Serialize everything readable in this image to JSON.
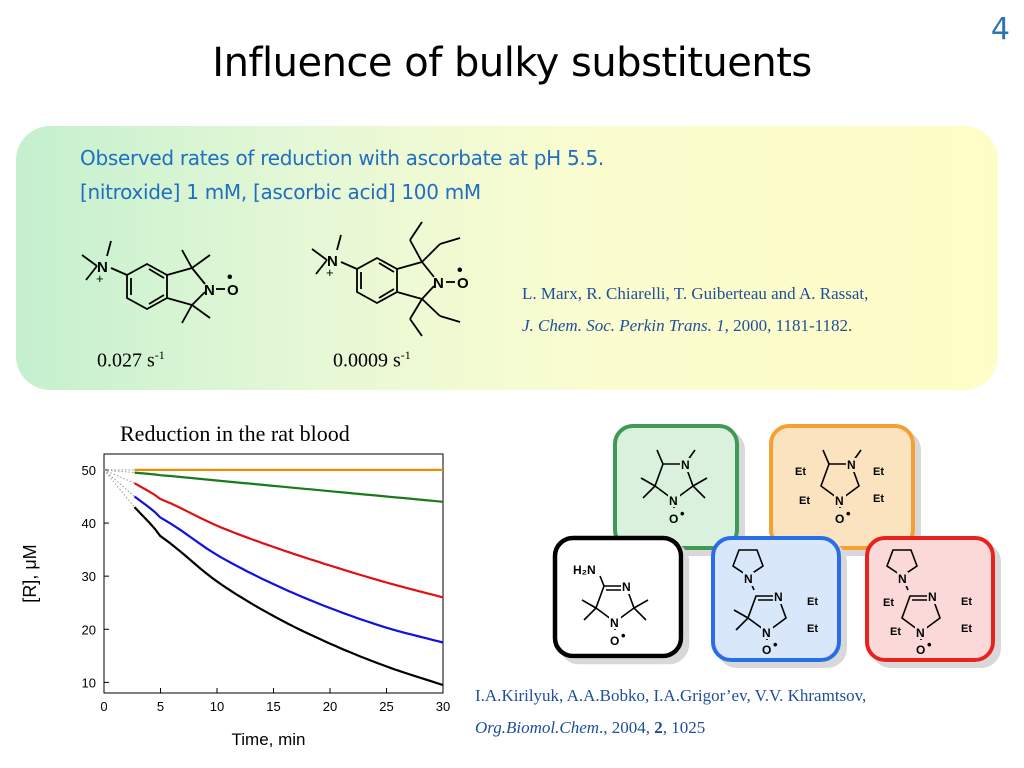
{
  "slide": {
    "number": "4",
    "title": "Influence of bulky substituents"
  },
  "conditions": {
    "line1": "Observed rates of reduction with ascorbate at pH 5.5.",
    "line2": "[nitroxide] 1 mM, [ascorbic acid] 100 mM"
  },
  "rates": [
    {
      "value": "0.027 s",
      "unit_exp": "-1"
    },
    {
      "value": "0.0009 s",
      "unit_exp": "-1"
    }
  ],
  "reference1": {
    "authors": "L. Marx, R. Chiarelli, T. Guiberteau and A. Rassat,",
    "journal": "J. Chem. Soc. Perkin Trans. 1",
    "details": ", 2000, 1181-1182."
  },
  "reference2": {
    "authors": "I.A.Kirilyuk, A.A.Bobko, I.A.Grigor’ev, V.V. Khramtsov,",
    "journal": "Org.Biomol.Chem",
    "sep": "., 2004, ",
    "volume": "2",
    "pages": ", 1025"
  },
  "structure_labels": {
    "N": "N",
    "O": "O",
    "plus": "+",
    "Et": "Et",
    "H2N": "H₂N",
    "radical": "•"
  },
  "colors": {
    "title_blue": "#2e74b5",
    "text_blue": "#1f6ec0",
    "green": "#3f9a55",
    "orange": "#f5a030",
    "black": "#000000",
    "blue": "#2b6de8",
    "red": "#e8221c"
  },
  "chart_data": {
    "type": "line",
    "title": "Reduction in the rat blood",
    "xlabel": "Time, min",
    "ylabel": "[R], μM",
    "xlim": [
      0,
      30
    ],
    "ylim": [
      8,
      53
    ],
    "xticks": [
      0,
      5,
      10,
      15,
      20,
      25,
      30
    ],
    "yticks": [
      10,
      20,
      30,
      40,
      50
    ],
    "grid": false,
    "series": [
      {
        "color": "#f08c00",
        "x": [
          0,
          2.7,
          5,
          10,
          15,
          20,
          25,
          30
        ],
        "y": [
          50,
          50,
          50,
          50,
          50,
          50,
          50,
          50
        ]
      },
      {
        "color": "#1a7a1a",
        "x": [
          0,
          2.7,
          5,
          10,
          15,
          20,
          25,
          30
        ],
        "y": [
          50,
          49.5,
          49,
          48,
          47,
          46,
          45,
          44
        ]
      },
      {
        "color": "#e01010",
        "x": [
          0,
          2.7,
          5,
          10,
          15,
          20,
          25,
          30
        ],
        "y": [
          50,
          47.5,
          44.5,
          39.5,
          35.5,
          32,
          28.8,
          26
        ]
      },
      {
        "color": "#1010e0",
        "x": [
          0,
          2.7,
          5,
          10,
          15,
          20,
          25,
          30
        ],
        "y": [
          50,
          45,
          41,
          34,
          28.5,
          24,
          20.3,
          17.5
        ]
      },
      {
        "color": "#000000",
        "x": [
          0,
          2.7,
          5,
          10,
          15,
          20,
          25,
          30
        ],
        "y": [
          50,
          43,
          37.5,
          29,
          22.5,
          17.3,
          13,
          9.5
        ]
      }
    ]
  }
}
